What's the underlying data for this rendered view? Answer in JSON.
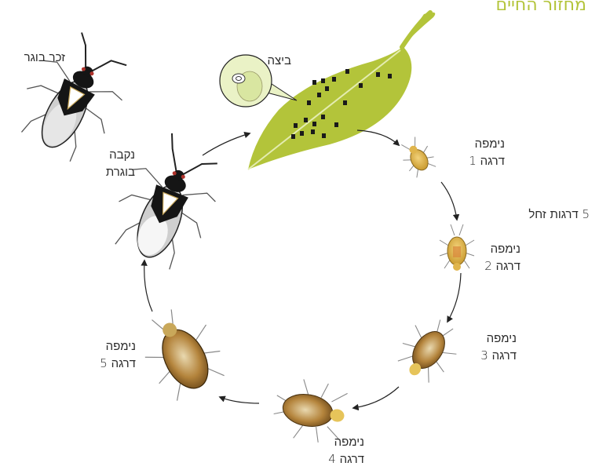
{
  "title": "מחזור החיים",
  "colors": {
    "accent": "#b3c43a",
    "leaf": "#b3c43a",
    "text": "#2a2a2a",
    "arrow": "#222222"
  },
  "stages": {
    "male_adult": "זכר בוגר",
    "female_adult": [
      "נקבה",
      "בוגרת"
    ],
    "egg": "ביצה",
    "nymph1": [
      "נימפה",
      "דרגה 1"
    ],
    "nymph2": [
      "נימפה",
      "דרגה 2"
    ],
    "nymph3": [
      "נימפה",
      "דרגה 3"
    ],
    "nymph4": [
      "נימפה",
      "דרגה 4"
    ],
    "nymph5": [
      "נימפה",
      "דרגה 5"
    ]
  },
  "note": "5 דרגות זחל"
}
